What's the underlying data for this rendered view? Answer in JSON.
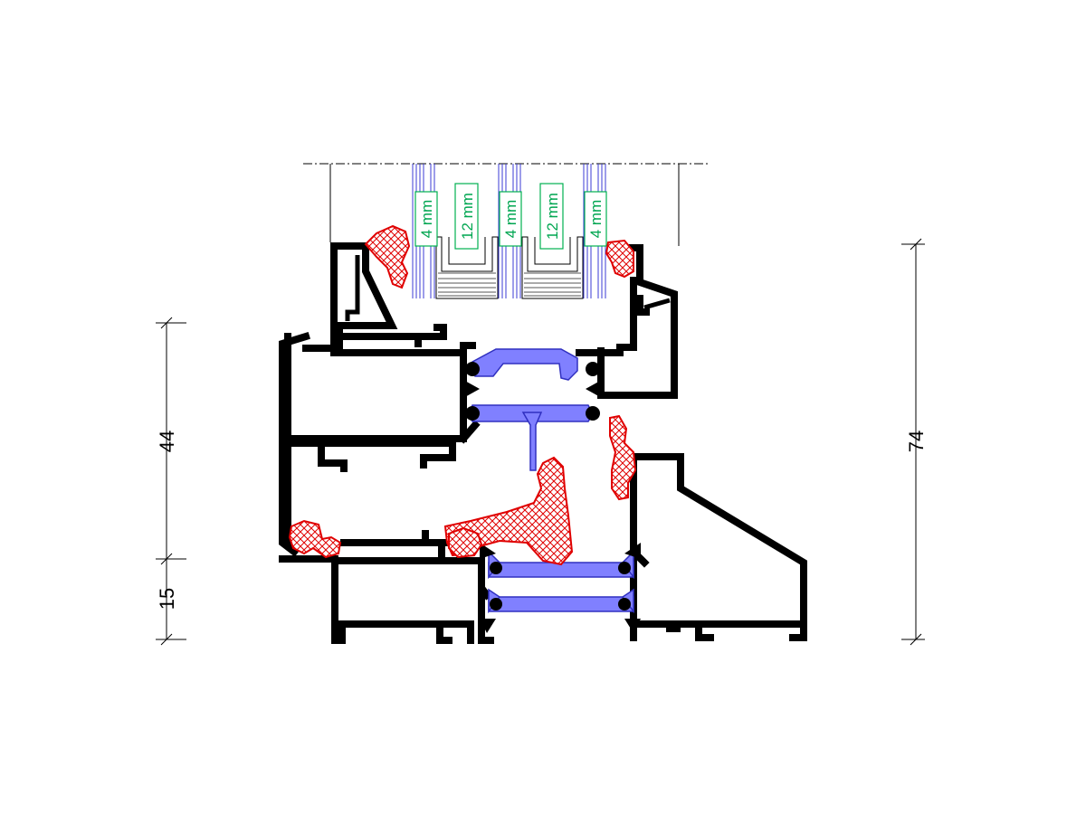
{
  "dimensions": {
    "left_upper": "44",
    "left_lower": "15",
    "right_total": "74"
  },
  "glazing": {
    "pane_outer": "4 mm",
    "cavity_1": "12 mm",
    "pane_middle": "4 mm",
    "cavity_2": "12 mm",
    "pane_inner": "4 mm"
  },
  "colors": {
    "profile": "#000000",
    "thermal_barrier": "#8080ff",
    "gasket": "#e00000",
    "glass": "#3b3bd6",
    "glass_label": "#00a651"
  }
}
